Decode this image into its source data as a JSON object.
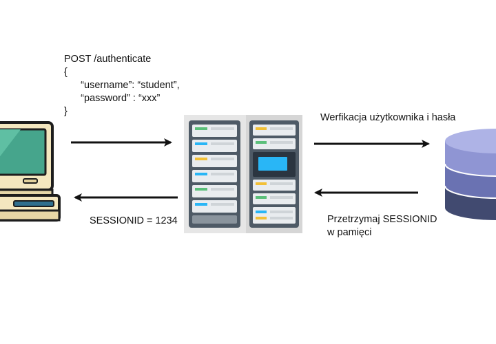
{
  "request": {
    "line1": "POST /authenticate",
    "line2": "{",
    "line3": "      “username”: “student”,",
    "line4": "      “password” : “xxx”",
    "line5": "}"
  },
  "response_label": "SESSIONID = 1234",
  "verify_label": "Werfikacja użytkownika i hasła",
  "store_label": {
    "line1": "Przetrzymaj SESSIONID",
    "line2": "w pamięci"
  },
  "colors": {
    "arrow": "#111111",
    "computer_body": "#f4e7bf",
    "computer_screen": "#46a58c",
    "server_body": "#e6e6e6",
    "server_rack": "#4e5a66",
    "accent_cyan": "#29b6f6",
    "accent_green": "#5bbf7a",
    "accent_yellow": "#f2c037",
    "db_top": "#8f95d3",
    "db_middle": "#6a72b2",
    "db_bottom": "#414a70"
  },
  "icons": [
    "computer-icon",
    "server-rack-icon",
    "database-icon"
  ]
}
